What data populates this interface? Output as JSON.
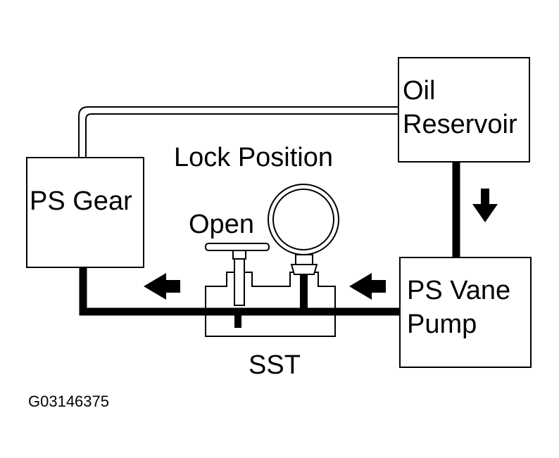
{
  "labels": {
    "oil_reservoir_line1": "Oil",
    "oil_reservoir_line2": "Reservoir",
    "ps_gear": "PS Gear",
    "lock_position": "Lock Position",
    "open": "Open",
    "ps_vane_pump_line1": "PS Vane",
    "ps_vane_pump_line2": "Pump",
    "sst": "SST",
    "figure_code": "G03146375"
  },
  "colors": {
    "line": "#000000",
    "background": "#ffffff"
  }
}
